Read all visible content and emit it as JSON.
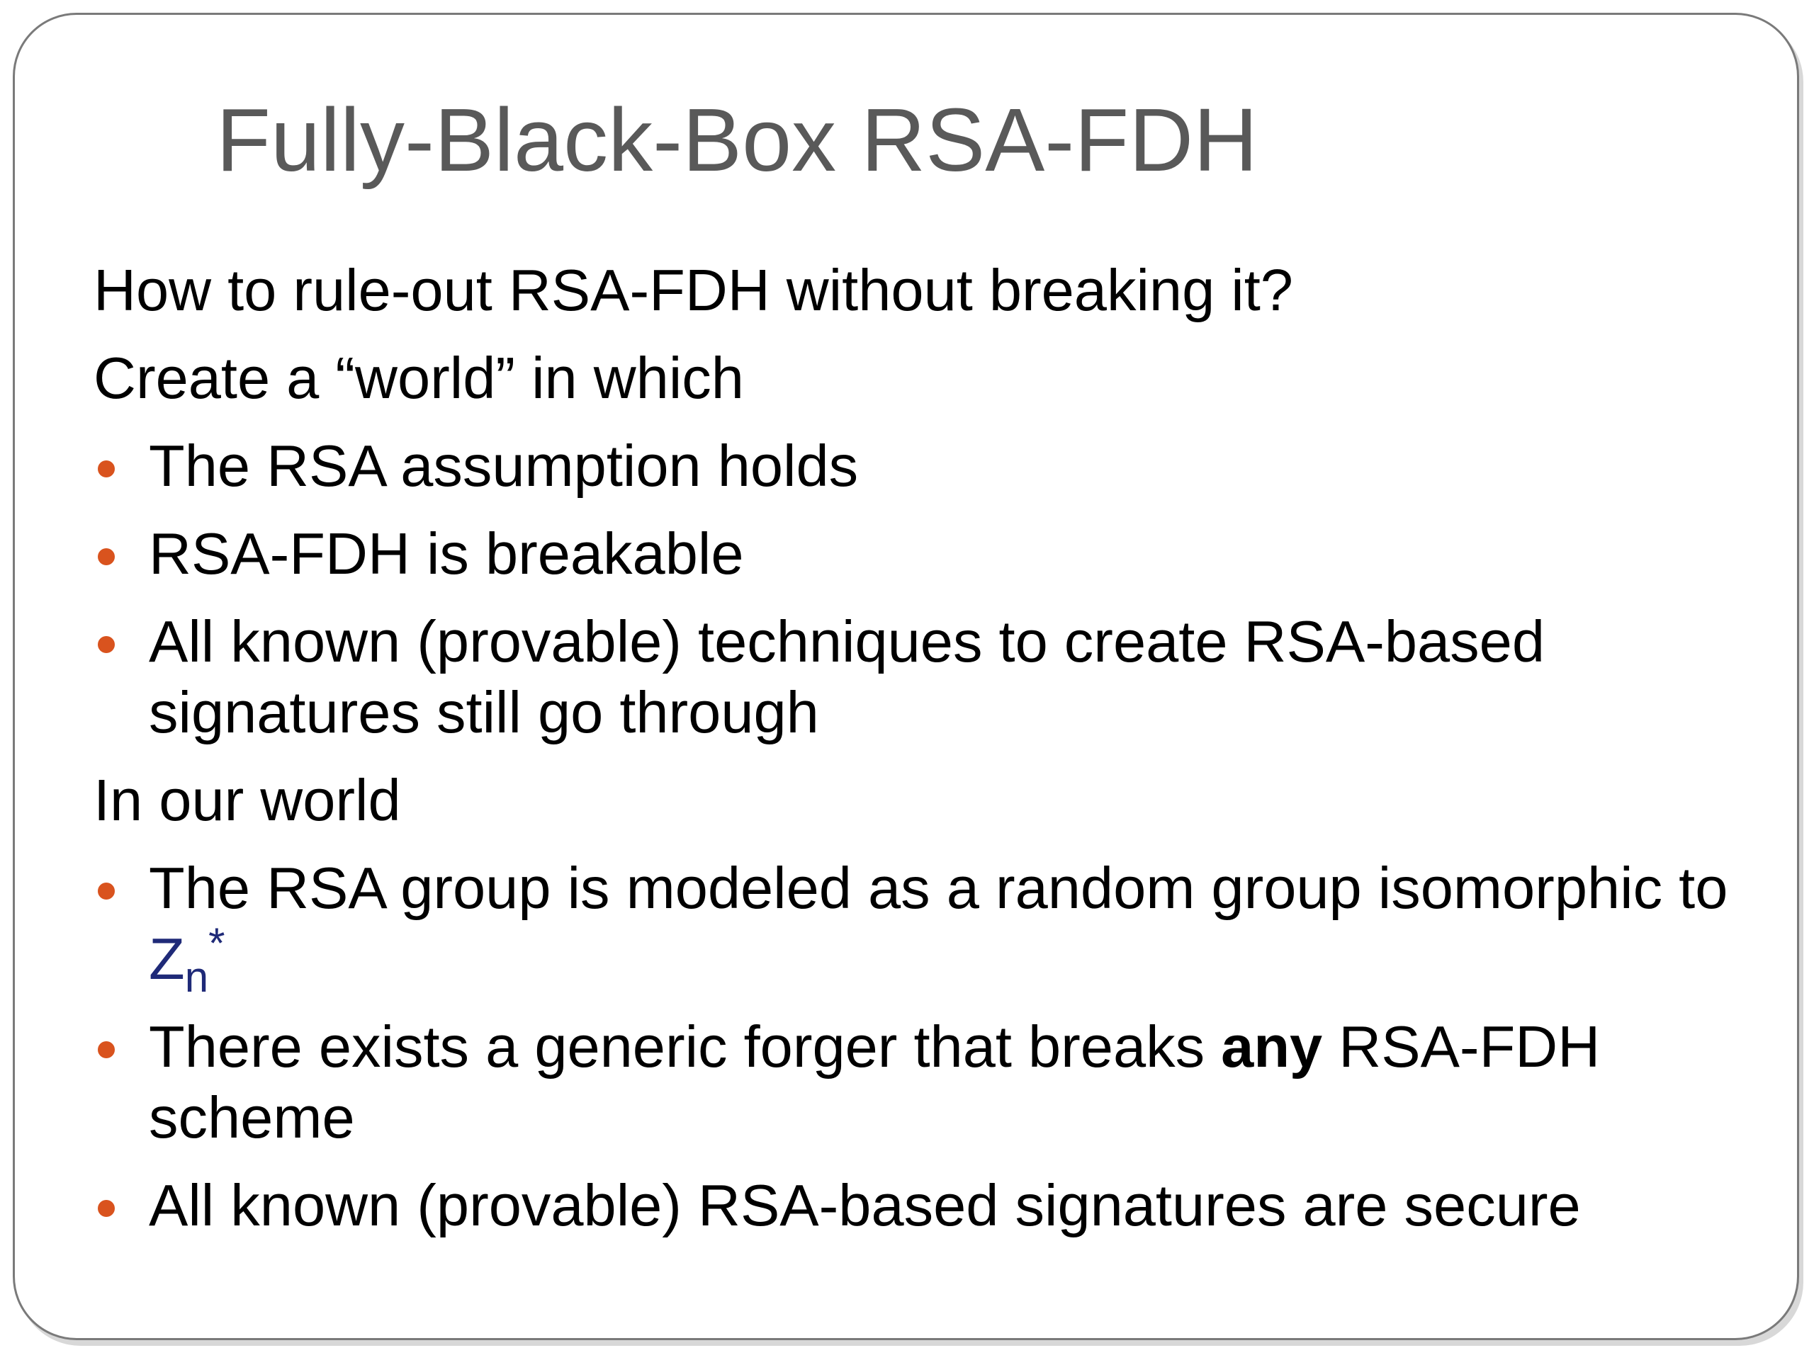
{
  "title": "Fully-Black-Box RSA-FDH",
  "intro_question": "How to rule-out RSA-FDH without breaking it?",
  "world_heading": "Create a “world” in which",
  "world_bullets": [
    "The RSA assumption holds",
    "RSA-FDH is breakable",
    "All known (provable) techniques to create RSA-based signatures still go through"
  ],
  "our_world_heading": "In our world",
  "our_world_bullets": {
    "group": {
      "text": "The RSA group is modeled as a random group isomorphic to ",
      "math_base": "Z",
      "math_sub": "n",
      "math_sup": "*"
    },
    "forger": {
      "before": "There exists a generic forger that breaks ",
      "bold": "any",
      "after": " RSA-FDH scheme"
    },
    "secure": "All known (provable) RSA-based signatures are secure"
  },
  "colors": {
    "title": "#595959",
    "bullet": "#d9531e",
    "math": "#1f2a78",
    "frame": "#7a7a7a"
  }
}
